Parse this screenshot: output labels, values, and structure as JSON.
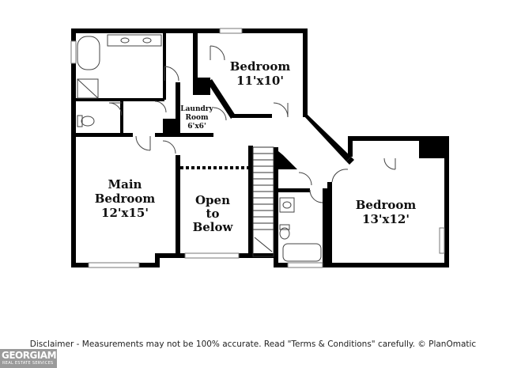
{
  "floor_plan": {
    "rooms": {
      "bedroom_top": {
        "name": "Bedroom",
        "size": "11'x10'"
      },
      "laundry": {
        "name_line1": "Laundry",
        "name_line2": "Room",
        "size": "6'x6'"
      },
      "main_bedroom": {
        "name_line1": "Main",
        "name_line2": "Bedroom",
        "size": "12'x15'"
      },
      "open_to_below": {
        "line1": "Open",
        "line2": "to",
        "line3": "Below"
      },
      "bedroom_right": {
        "name": "Bedroom",
        "size": "13'x12'"
      }
    }
  },
  "footer": {
    "disclaimer": "Disclaimer - Measurements may not be 100% accurate. Read \"Terms & Conditions\" carefully. © PlanOmatic"
  },
  "watermark": {
    "brand": "GEORGIAMLS",
    "tagline": "REAL ESTATE SERVICES"
  }
}
